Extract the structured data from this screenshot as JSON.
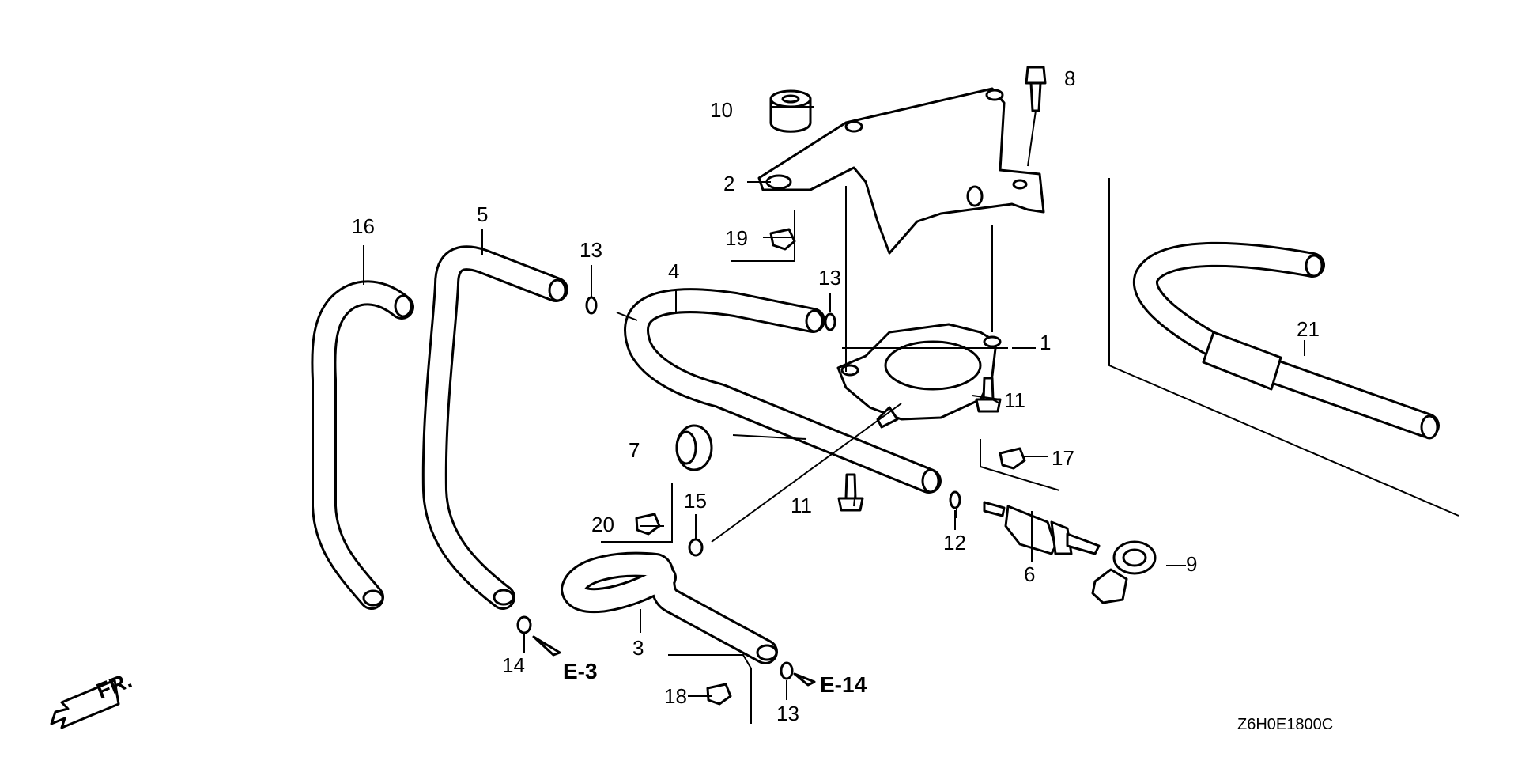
{
  "labels": {
    "p1": "1",
    "p2": "2",
    "p3": "3",
    "p4": "4",
    "p5": "5",
    "p6": "6",
    "p7": "7",
    "p8": "8",
    "p9": "9",
    "p10": "10",
    "p11a": "11",
    "p11b": "11",
    "p12": "12",
    "p13a": "13",
    "p13b": "13",
    "p13c": "13",
    "p14": "14",
    "p15": "15",
    "p16": "16",
    "p17": "17",
    "p18": "18",
    "p19": "19",
    "p20": "20",
    "p21": "21"
  },
  "refs": {
    "e3": "E-3",
    "e14": "E-14"
  },
  "front_marker": "FR.",
  "diagram_code": "Z6H0E1800C"
}
